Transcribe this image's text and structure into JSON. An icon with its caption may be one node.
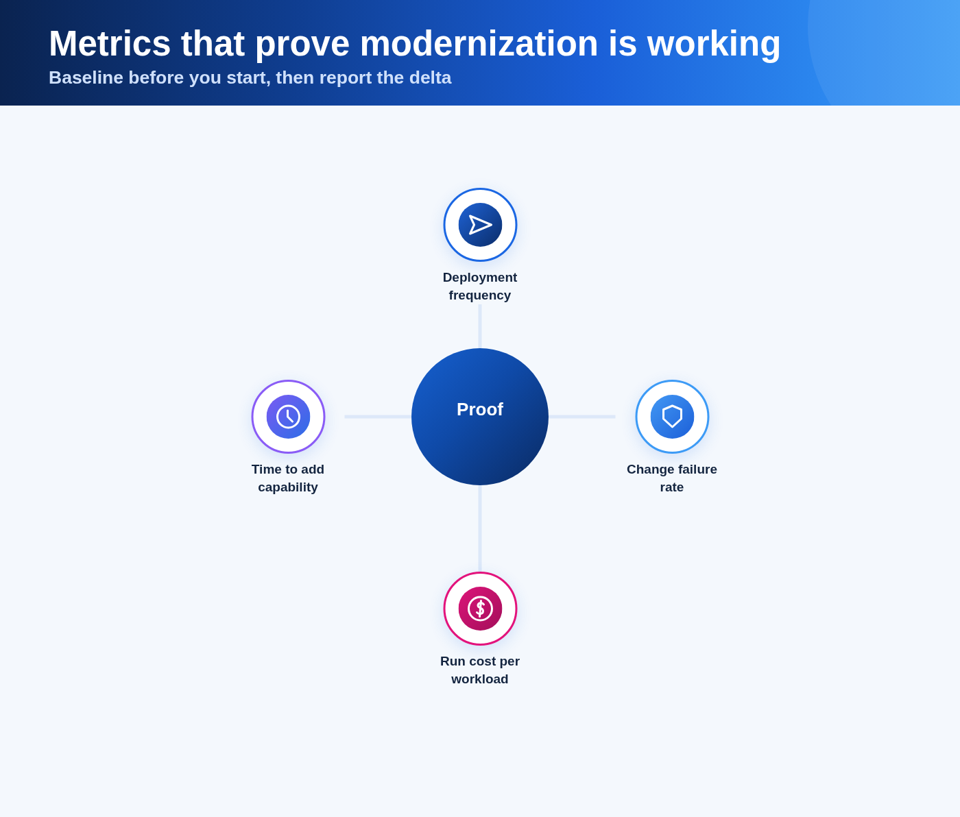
{
  "diagram": {
    "title": "Metrics that prove modernization is working",
    "nodes": [
      {
        "text": [
          "Deployment frequency"
        ]
      },
      {
        "text": [
          "Time to add capability"
        ]
      },
      {
        "text": [
          "Proof"
        ]
      },
      {
        "text": [
          "Change failure rate"
        ]
      },
      {
        "text": [
          "Run cost per workload"
        ]
      }
    ],
    "edges": [
      {
        "from": 2,
        "to": 0,
        "arrow": "none"
      },
      {
        "from": 2,
        "to": 1,
        "arrow": "none"
      },
      {
        "from": 2,
        "to": 3,
        "arrow": "none"
      },
      {
        "from": 2,
        "to": 4,
        "arrow": "none"
      }
    ],
    "labels": [
      "Baseline before you start, then report the delta"
    ]
  }
}
